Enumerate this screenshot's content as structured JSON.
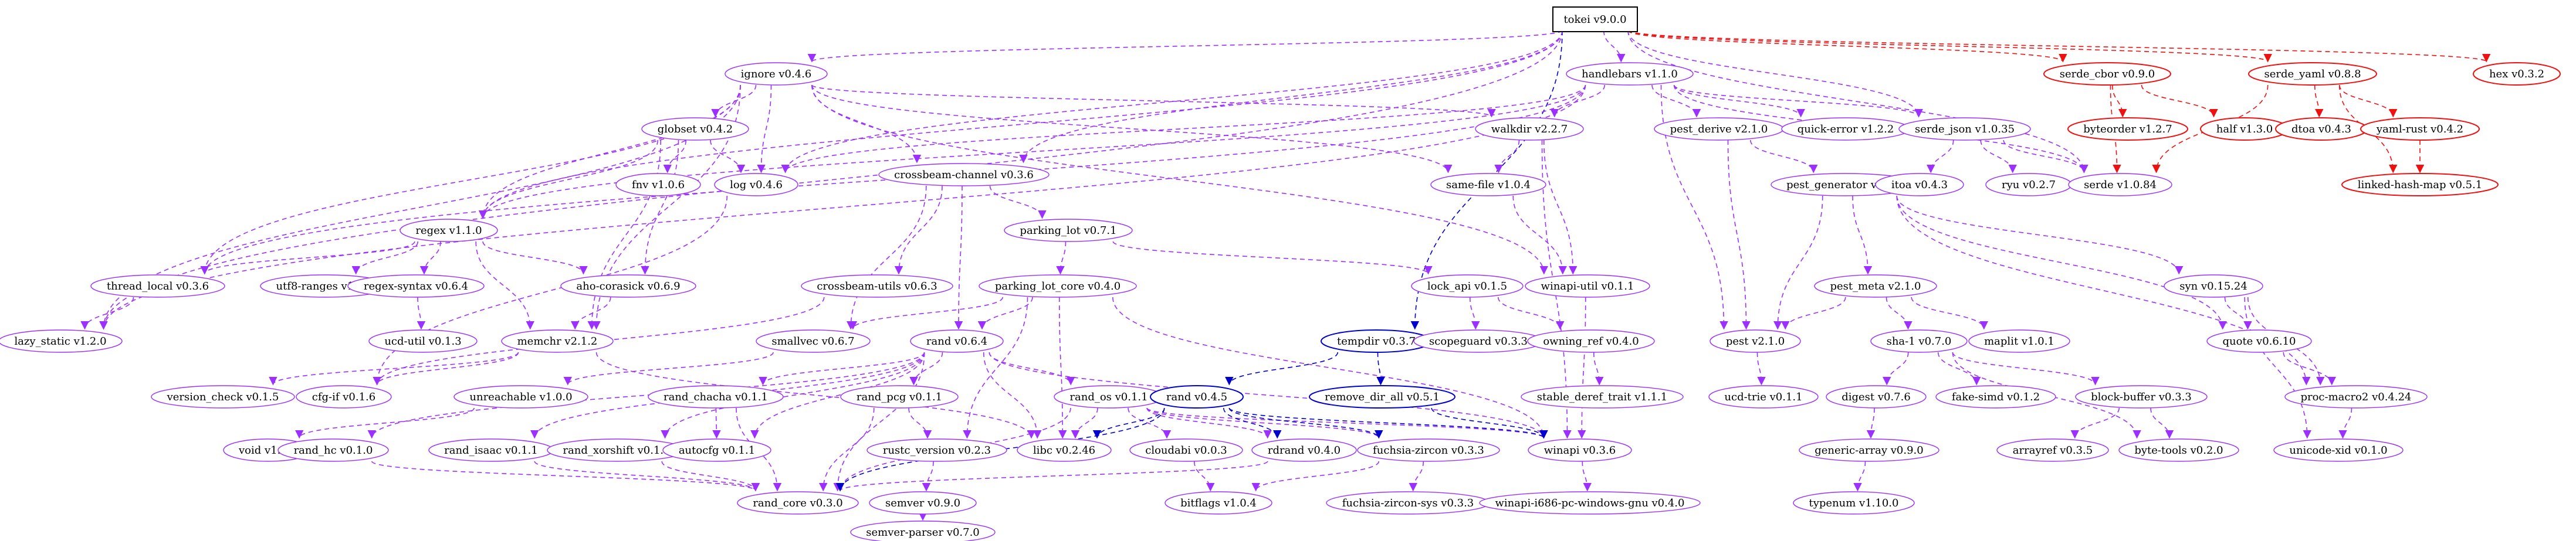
{
  "diagram": {
    "colors": {
      "root": "#000000",
      "default": "#9b30ff",
      "build": "#0000cd",
      "dev": "#ee1111",
      "background": "#ffffff"
    },
    "nodes": [
      {
        "id": "tokei",
        "label": "tokei v9.0.0",
        "kind": "root"
      },
      {
        "id": "ignore",
        "label": "ignore v0.4.6",
        "kind": "default"
      },
      {
        "id": "handlebars",
        "label": "handlebars v1.1.0",
        "kind": "default"
      },
      {
        "id": "serde_cbor",
        "label": "serde_cbor v0.9.0",
        "kind": "dev"
      },
      {
        "id": "serde_yaml",
        "label": "serde_yaml v0.8.8",
        "kind": "dev"
      },
      {
        "id": "hex",
        "label": "hex v0.3.2",
        "kind": "dev"
      },
      {
        "id": "globset",
        "label": "globset v0.4.2",
        "kind": "default"
      },
      {
        "id": "crossbeam_channel",
        "label": "crossbeam-channel v0.3.6",
        "kind": "default"
      },
      {
        "id": "walkdir",
        "label": "walkdir v2.2.7",
        "kind": "default"
      },
      {
        "id": "pest_derive",
        "label": "pest_derive v2.1.0",
        "kind": "default"
      },
      {
        "id": "quick_error",
        "label": "quick-error v1.2.2",
        "kind": "default"
      },
      {
        "id": "serde_json",
        "label": "serde_json v1.0.35",
        "kind": "default"
      },
      {
        "id": "byteorder",
        "label": "byteorder v1.2.7",
        "kind": "dev"
      },
      {
        "id": "half",
        "label": "half v1.3.0",
        "kind": "dev"
      },
      {
        "id": "dtoa",
        "label": "dtoa v0.4.3",
        "kind": "dev"
      },
      {
        "id": "yaml_rust",
        "label": "yaml-rust v0.4.2",
        "kind": "dev"
      },
      {
        "id": "linked_hash_map",
        "label": "linked-hash-map v0.5.1",
        "kind": "dev"
      },
      {
        "id": "regex",
        "label": "regex v1.1.0",
        "kind": "default"
      },
      {
        "id": "fnv",
        "label": "fnv v1.0.6",
        "kind": "default"
      },
      {
        "id": "log",
        "label": "log v0.4.6",
        "kind": "default"
      },
      {
        "id": "parking_lot",
        "label": "parking_lot v0.7.1",
        "kind": "default"
      },
      {
        "id": "same_file",
        "label": "same-file v1.0.4",
        "kind": "default"
      },
      {
        "id": "pest_generator",
        "label": "pest_generator v2.1.0",
        "kind": "default"
      },
      {
        "id": "itoa",
        "label": "itoa v0.4.3",
        "kind": "default"
      },
      {
        "id": "ryu",
        "label": "ryu v0.2.7",
        "kind": "default"
      },
      {
        "id": "serde",
        "label": "serde v1.0.84",
        "kind": "default"
      },
      {
        "id": "thread_local",
        "label": "thread_local v0.3.6",
        "kind": "default"
      },
      {
        "id": "utf8_ranges",
        "label": "utf8-ranges v1.0.2",
        "kind": "default"
      },
      {
        "id": "regex_syntax",
        "label": "regex-syntax v0.6.4",
        "kind": "default"
      },
      {
        "id": "aho_corasick",
        "label": "aho-corasick v0.6.9",
        "kind": "default"
      },
      {
        "id": "crossbeam_utils",
        "label": "crossbeam-utils v0.6.3",
        "kind": "default"
      },
      {
        "id": "parking_lot_core",
        "label": "parking_lot_core v0.4.0",
        "kind": "default"
      },
      {
        "id": "lock_api",
        "label": "lock_api v0.1.5",
        "kind": "default"
      },
      {
        "id": "winapi_util",
        "label": "winapi-util v0.1.1",
        "kind": "default"
      },
      {
        "id": "pest_meta",
        "label": "pest_meta v2.1.0",
        "kind": "default"
      },
      {
        "id": "syn",
        "label": "syn v0.15.24",
        "kind": "default"
      },
      {
        "id": "lazy_static",
        "label": "lazy_static v1.2.0",
        "kind": "default"
      },
      {
        "id": "ucd_util",
        "label": "ucd-util v0.1.3",
        "kind": "default"
      },
      {
        "id": "memchr",
        "label": "memchr v2.1.2",
        "kind": "default"
      },
      {
        "id": "smallvec",
        "label": "smallvec v0.6.7",
        "kind": "default"
      },
      {
        "id": "rand",
        "label": "rand v0.6.4",
        "kind": "default"
      },
      {
        "id": "tempdir",
        "label": "tempdir v0.3.7",
        "kind": "build"
      },
      {
        "id": "scopeguard",
        "label": "scopeguard v0.3.3",
        "kind": "default"
      },
      {
        "id": "owning_ref",
        "label": "owning_ref v0.4.0",
        "kind": "default"
      },
      {
        "id": "pest",
        "label": "pest v2.1.0",
        "kind": "default"
      },
      {
        "id": "sha1",
        "label": "sha-1 v0.7.0",
        "kind": "default"
      },
      {
        "id": "maplit",
        "label": "maplit v1.0.1",
        "kind": "default"
      },
      {
        "id": "quote",
        "label": "quote v0.6.10",
        "kind": "default"
      },
      {
        "id": "version_check",
        "label": "version_check v0.1.5",
        "kind": "default"
      },
      {
        "id": "cfg_if",
        "label": "cfg-if v0.1.6",
        "kind": "default"
      },
      {
        "id": "unreachable",
        "label": "unreachable v1.0.0",
        "kind": "default"
      },
      {
        "id": "rand_chacha",
        "label": "rand_chacha v0.1.1",
        "kind": "default"
      },
      {
        "id": "rand_pcg",
        "label": "rand_pcg v0.1.1",
        "kind": "default"
      },
      {
        "id": "rand_os",
        "label": "rand_os v0.1.1",
        "kind": "default"
      },
      {
        "id": "rand4",
        "label": "rand v0.4.5",
        "kind": "build"
      },
      {
        "id": "remove_dir_all",
        "label": "remove_dir_all v0.5.1",
        "kind": "build"
      },
      {
        "id": "stable_deref_trait",
        "label": "stable_deref_trait v1.1.1",
        "kind": "default"
      },
      {
        "id": "ucd_trie",
        "label": "ucd-trie v0.1.1",
        "kind": "default"
      },
      {
        "id": "digest",
        "label": "digest v0.7.6",
        "kind": "default"
      },
      {
        "id": "fake_simd",
        "label": "fake-simd v0.1.2",
        "kind": "default"
      },
      {
        "id": "block_buffer",
        "label": "block-buffer v0.3.3",
        "kind": "default"
      },
      {
        "id": "proc_macro2",
        "label": "proc-macro2 v0.4.24",
        "kind": "default"
      },
      {
        "id": "void",
        "label": "void v1.0.2",
        "kind": "default"
      },
      {
        "id": "rand_hc",
        "label": "rand_hc v0.1.0",
        "kind": "default"
      },
      {
        "id": "rand_isaac",
        "label": "rand_isaac v0.1.1",
        "kind": "default"
      },
      {
        "id": "rand_xorshift",
        "label": "rand_xorshift v0.1.1",
        "kind": "default"
      },
      {
        "id": "autocfg",
        "label": "autocfg v0.1.1",
        "kind": "default"
      },
      {
        "id": "rustc_version",
        "label": "rustc_version v0.2.3",
        "kind": "default"
      },
      {
        "id": "libc",
        "label": "libc v0.2.46",
        "kind": "default"
      },
      {
        "id": "cloudabi",
        "label": "cloudabi v0.0.3",
        "kind": "default"
      },
      {
        "id": "rdrand",
        "label": "rdrand v0.4.0",
        "kind": "default"
      },
      {
        "id": "fuchsia_zircon",
        "label": "fuchsia-zircon v0.3.3",
        "kind": "default"
      },
      {
        "id": "winapi",
        "label": "winapi v0.3.6",
        "kind": "default"
      },
      {
        "id": "generic_array",
        "label": "generic-array v0.9.0",
        "kind": "default"
      },
      {
        "id": "arrayref",
        "label": "arrayref v0.3.5",
        "kind": "default"
      },
      {
        "id": "byte_tools",
        "label": "byte-tools v0.2.0",
        "kind": "default"
      },
      {
        "id": "unicode_xid",
        "label": "unicode-xid v0.1.0",
        "kind": "default"
      },
      {
        "id": "rand_core",
        "label": "rand_core v0.3.0",
        "kind": "default"
      },
      {
        "id": "semver",
        "label": "semver v0.9.0",
        "kind": "default"
      },
      {
        "id": "bitflags",
        "label": "bitflags v1.0.4",
        "kind": "default"
      },
      {
        "id": "fuchsia_zircon_sys",
        "label": "fuchsia-zircon-sys v0.3.3",
        "kind": "default"
      },
      {
        "id": "winapi_i686",
        "label": "winapi-i686-pc-windows-gnu v0.4.0",
        "kind": "default"
      },
      {
        "id": "typenum",
        "label": "typenum v1.10.0",
        "kind": "default"
      },
      {
        "id": "semver_parser",
        "label": "semver-parser v0.7.0",
        "kind": "default"
      }
    ],
    "edges": [
      [
        "tokei",
        "ignore",
        "default"
      ],
      [
        "tokei",
        "handlebars",
        "default"
      ],
      [
        "tokei",
        "serde_cbor",
        "dev"
      ],
      [
        "tokei",
        "serde_yaml",
        "dev"
      ],
      [
        "tokei",
        "hex",
        "dev"
      ],
      [
        "tokei",
        "serde_json",
        "default"
      ],
      [
        "tokei",
        "lazy_static",
        "default"
      ],
      [
        "tokei",
        "regex",
        "default"
      ],
      [
        "tokei",
        "log",
        "default"
      ],
      [
        "tokei",
        "tempdir",
        "build"
      ],
      [
        "tokei",
        "serde",
        "default"
      ],
      [
        "tokei",
        "crossbeam_channel",
        "default"
      ],
      [
        "ignore",
        "globset",
        "default"
      ],
      [
        "ignore",
        "crossbeam_channel",
        "default"
      ],
      [
        "ignore",
        "walkdir",
        "default"
      ],
      [
        "ignore",
        "regex",
        "default"
      ],
      [
        "ignore",
        "log",
        "default"
      ],
      [
        "ignore",
        "same_file",
        "default"
      ],
      [
        "ignore",
        "thread_local",
        "default"
      ],
      [
        "ignore",
        "lazy_static",
        "default"
      ],
      [
        "ignore",
        "memchr",
        "default"
      ],
      [
        "ignore",
        "winapi_util",
        "default"
      ],
      [
        "handlebars",
        "pest_derive",
        "default"
      ],
      [
        "handlebars",
        "quick_error",
        "default"
      ],
      [
        "handlebars",
        "serde_json",
        "default"
      ],
      [
        "handlebars",
        "serde",
        "default"
      ],
      [
        "handlebars",
        "walkdir",
        "default"
      ],
      [
        "handlebars",
        "log",
        "default"
      ],
      [
        "handlebars",
        "regex",
        "default"
      ],
      [
        "handlebars",
        "lazy_static",
        "default"
      ],
      [
        "handlebars",
        "pest",
        "default"
      ],
      [
        "handlebars",
        "thread_local",
        "default"
      ],
      [
        "serde_cbor",
        "byteorder",
        "dev"
      ],
      [
        "serde_cbor",
        "half",
        "dev"
      ],
      [
        "serde_cbor",
        "serde",
        "dev"
      ],
      [
        "serde_yaml",
        "dtoa",
        "dev"
      ],
      [
        "serde_yaml",
        "yaml_rust",
        "dev"
      ],
      [
        "serde_yaml",
        "linked_hash_map",
        "dev"
      ],
      [
        "serde_yaml",
        "serde",
        "dev"
      ],
      [
        "yaml_rust",
        "linked_hash_map",
        "dev"
      ],
      [
        "globset",
        "regex",
        "default"
      ],
      [
        "globset",
        "fnv",
        "default"
      ],
      [
        "globset",
        "log",
        "default"
      ],
      [
        "globset",
        "aho_corasick",
        "default"
      ],
      [
        "globset",
        "memchr",
        "default"
      ],
      [
        "crossbeam_channel",
        "parking_lot",
        "default"
      ],
      [
        "crossbeam_channel",
        "crossbeam_utils",
        "default"
      ],
      [
        "crossbeam_channel",
        "smallvec",
        "default"
      ],
      [
        "crossbeam_channel",
        "rand",
        "default"
      ],
      [
        "walkdir",
        "same_file",
        "default"
      ],
      [
        "walkdir",
        "winapi_util",
        "default"
      ],
      [
        "walkdir",
        "winapi",
        "default"
      ],
      [
        "pest_derive",
        "pest_generator",
        "default"
      ],
      [
        "pest_derive",
        "pest",
        "default"
      ],
      [
        "serde_json",
        "itoa",
        "default"
      ],
      [
        "serde_json",
        "ryu",
        "default"
      ],
      [
        "serde_json",
        "serde",
        "default"
      ],
      [
        "regex",
        "thread_local",
        "default"
      ],
      [
        "regex",
        "utf8_ranges",
        "default"
      ],
      [
        "regex",
        "regex_syntax",
        "default"
      ],
      [
        "regex",
        "aho_corasick",
        "default"
      ],
      [
        "regex",
        "memchr",
        "default"
      ],
      [
        "regex_syntax",
        "ucd_util",
        "default"
      ],
      [
        "aho_corasick",
        "memchr",
        "default"
      ],
      [
        "thread_local",
        "lazy_static",
        "default"
      ],
      [
        "log",
        "cfg_if",
        "default"
      ],
      [
        "memchr",
        "cfg_if",
        "default"
      ],
      [
        "memchr",
        "libc",
        "default"
      ],
      [
        "memchr",
        "version_check",
        "default"
      ],
      [
        "crossbeam_utils",
        "cfg_if",
        "default"
      ],
      [
        "parking_lot",
        "lock_api",
        "default"
      ],
      [
        "parking_lot",
        "parking_lot_core",
        "default"
      ],
      [
        "lock_api",
        "scopeguard",
        "default"
      ],
      [
        "lock_api",
        "owning_ref",
        "default"
      ],
      [
        "owning_ref",
        "stable_deref_trait",
        "default"
      ],
      [
        "parking_lot_core",
        "smallvec",
        "default"
      ],
      [
        "parking_lot_core",
        "rand",
        "default"
      ],
      [
        "parking_lot_core",
        "libc",
        "default"
      ],
      [
        "parking_lot_core",
        "rustc_version",
        "default"
      ],
      [
        "parking_lot_core",
        "winapi",
        "default"
      ],
      [
        "smallvec",
        "unreachable",
        "default"
      ],
      [
        "unreachable",
        "void",
        "default"
      ],
      [
        "same_file",
        "winapi_util",
        "default"
      ],
      [
        "winapi_util",
        "winapi",
        "default"
      ],
      [
        "pest_generator",
        "pest_meta",
        "default"
      ],
      [
        "pest_generator",
        "pest",
        "default"
      ],
      [
        "pest_generator",
        "syn",
        "default"
      ],
      [
        "pest_generator",
        "quote",
        "default"
      ],
      [
        "pest_generator",
        "proc_macro2",
        "default"
      ],
      [
        "pest_meta",
        "pest",
        "default"
      ],
      [
        "pest_meta",
        "sha1",
        "default"
      ],
      [
        "pest_meta",
        "maplit",
        "default"
      ],
      [
        "pest",
        "ucd_trie",
        "default"
      ],
      [
        "sha1",
        "digest",
        "default"
      ],
      [
        "sha1",
        "fake_simd",
        "default"
      ],
      [
        "sha1",
        "block_buffer",
        "default"
      ],
      [
        "sha1",
        "byte_tools",
        "default"
      ],
      [
        "digest",
        "generic_array",
        "default"
      ],
      [
        "generic_array",
        "typenum",
        "default"
      ],
      [
        "block_buffer",
        "arrayref",
        "default"
      ],
      [
        "block_buffer",
        "byte_tools",
        "default"
      ],
      [
        "syn",
        "quote",
        "default"
      ],
      [
        "syn",
        "proc_macro2",
        "default"
      ],
      [
        "syn",
        "unicode_xid",
        "default"
      ],
      [
        "quote",
        "proc_macro2",
        "default"
      ],
      [
        "proc_macro2",
        "unicode_xid",
        "default"
      ],
      [
        "rand",
        "rand_chacha",
        "default"
      ],
      [
        "rand",
        "rand_pcg",
        "default"
      ],
      [
        "rand",
        "rand_os",
        "default"
      ],
      [
        "rand",
        "rand_hc",
        "default"
      ],
      [
        "rand",
        "rand_isaac",
        "default"
      ],
      [
        "rand",
        "rand_xorshift",
        "default"
      ],
      [
        "rand",
        "autocfg",
        "default"
      ],
      [
        "rand",
        "rand_core",
        "default"
      ],
      [
        "rand",
        "libc",
        "default"
      ],
      [
        "rand",
        "winapi",
        "default"
      ],
      [
        "rand_chacha",
        "rand_core",
        "default"
      ],
      [
        "rand_chacha",
        "autocfg",
        "default"
      ],
      [
        "rand_pcg",
        "rand_core",
        "default"
      ],
      [
        "rand_pcg",
        "rustc_version",
        "default"
      ],
      [
        "rand_os",
        "rand_core",
        "default"
      ],
      [
        "rand_os",
        "libc",
        "default"
      ],
      [
        "rand_os",
        "cloudabi",
        "default"
      ],
      [
        "rand_os",
        "rdrand",
        "default"
      ],
      [
        "rand_os",
        "fuchsia_zircon",
        "default"
      ],
      [
        "rand_os",
        "winapi",
        "default"
      ],
      [
        "rand_hc",
        "rand_core",
        "default"
      ],
      [
        "rand_isaac",
        "rand_core",
        "default"
      ],
      [
        "rand_xorshift",
        "rand_core",
        "default"
      ],
      [
        "rdrand",
        "rand_core",
        "default"
      ],
      [
        "rustc_version",
        "semver",
        "default"
      ],
      [
        "semver",
        "semver_parser",
        "default"
      ],
      [
        "cloudabi",
        "bitflags",
        "default"
      ],
      [
        "fuchsia_zircon",
        "bitflags",
        "default"
      ],
      [
        "fuchsia_zircon",
        "fuchsia_zircon_sys",
        "default"
      ],
      [
        "winapi",
        "winapi_i686",
        "default"
      ],
      [
        "tempdir",
        "rand4",
        "build"
      ],
      [
        "tempdir",
        "remove_dir_all",
        "build"
      ],
      [
        "rand4",
        "libc",
        "build"
      ],
      [
        "rand4",
        "rand_core",
        "build"
      ],
      [
        "rand4",
        "fuchsia_zircon",
        "build"
      ],
      [
        "rand4",
        "winapi",
        "build"
      ],
      [
        "rand4",
        "rdrand",
        "build"
      ],
      [
        "remove_dir_all",
        "winapi",
        "build"
      ]
    ]
  }
}
